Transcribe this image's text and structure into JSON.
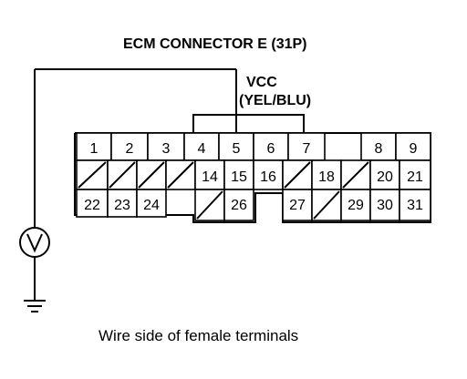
{
  "title": "ECM CONNECTOR E (31P)",
  "vcc_label": "VCC",
  "wire_label": "(YEL/BLU)",
  "caption": "Wire side of female terminals",
  "meter_icon": "voltmeter-icon",
  "ground_icon": "ground-icon",
  "connector": {
    "pin_count": 31,
    "highlight_pin": "5",
    "rows": [
      [
        "1",
        "2",
        "3",
        "4",
        "5",
        "6",
        "7",
        "",
        "8",
        "9"
      ],
      [
        "/",
        "/",
        "/",
        "/",
        "14",
        "15",
        "16",
        "/",
        "18",
        "/",
        "20",
        "21"
      ],
      [
        "22",
        "23",
        "24",
        "/",
        "26",
        "27",
        "/",
        "29",
        "30",
        "31"
      ]
    ]
  }
}
